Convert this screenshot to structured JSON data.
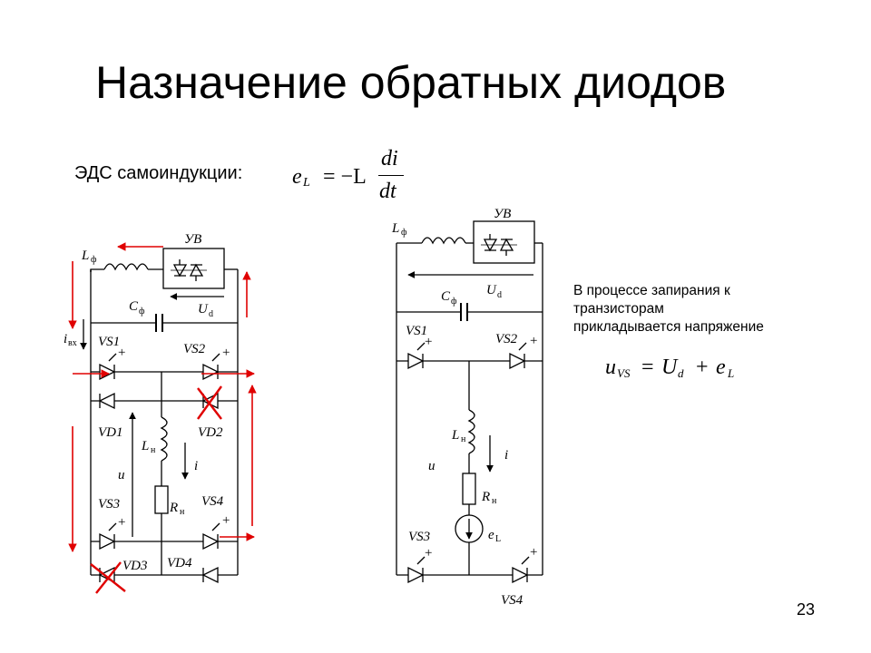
{
  "title": "Назначение обратных диодов",
  "emf_label": "ЭДС самоиндукции:",
  "formula1": {
    "lhs": "e",
    "lhs_sub": "L",
    "eq": "= −L",
    "num": "di",
    "den": "dt"
  },
  "note_lines": [
    "В процессе запирания к",
    "транзисторам",
    "прикладывается напряжение"
  ],
  "formula2": {
    "u": "u",
    "u_sub": "VS",
    "eq": "=",
    "U": "U",
    "U_sub": "d",
    "plus": "+",
    "e": "e",
    "e_sub": "L"
  },
  "page_number": "23",
  "circuit_left": {
    "Lf": "L",
    "Lf_sub": "ф",
    "UV": "УВ",
    "Cf": "C",
    "Cf_sub": "ф",
    "Ud": "U",
    "Ud_sub": "d",
    "ivx": "i",
    "ivx_sub": "вх",
    "VS1": "VS1",
    "VS2": "VS2",
    "VD1": "VD1",
    "VD2": "VD2",
    "Ln": "L",
    "Ln_sub": "н",
    "u": "u",
    "i": "i",
    "VS3": "VS3",
    "VS4": "VS4",
    "Rn": "R",
    "Rn_sub": "н",
    "VD3": "VD3",
    "VD4": "VD4",
    "plus": "+"
  },
  "circuit_right": {
    "Lf": "L",
    "Lf_sub": "ф",
    "UV": "УВ",
    "Cf": "C",
    "Cf_sub": "ф",
    "Ud": "U",
    "Ud_sub": "d",
    "VS1": "VS1",
    "VS2": "VS2",
    "Ln": "L",
    "Ln_sub": "н",
    "i": "i",
    "u": "u",
    "Rn": "R",
    "Rn_sub": "н",
    "eL": "e",
    "eL_sub": "L",
    "VS3": "VS3",
    "VS4": "VS4",
    "plus": "+"
  },
  "colors": {
    "arrow": "#e00000",
    "line": "#000000"
  }
}
